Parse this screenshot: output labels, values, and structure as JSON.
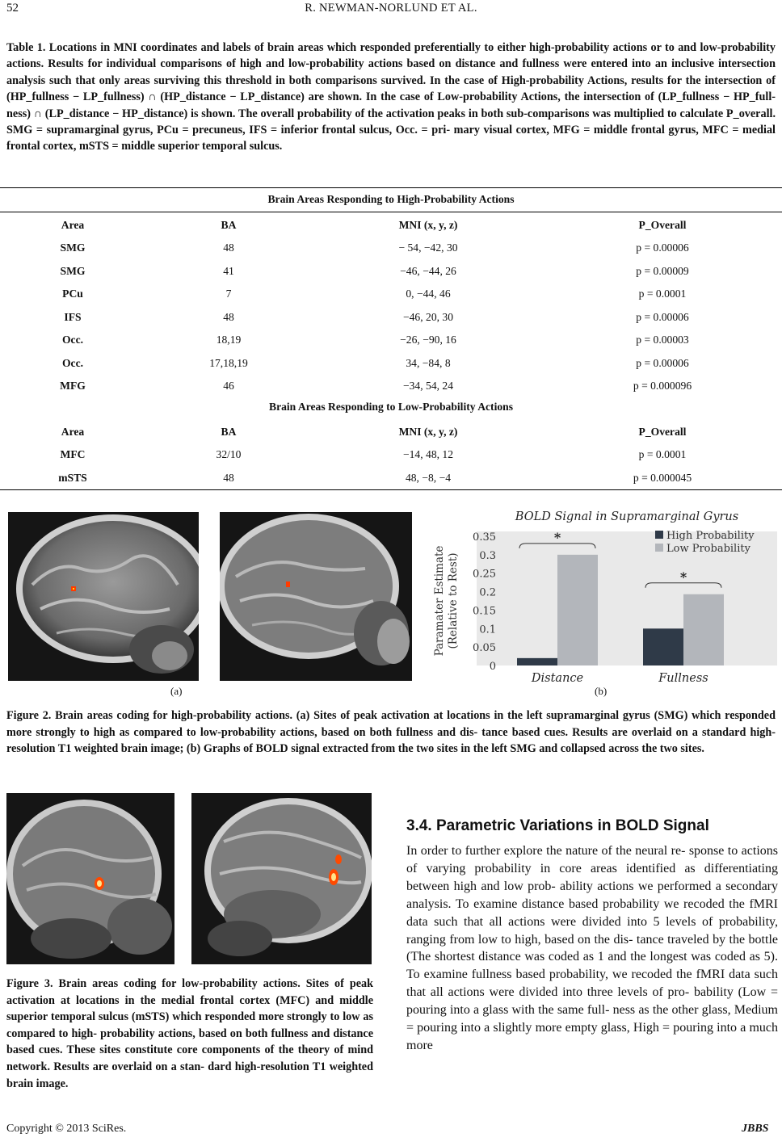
{
  "header": {
    "page_number": "52",
    "running_head": "R. NEWMAN-NORLUND    ET    AL."
  },
  "table1": {
    "caption": "Table 1. Locations in MNI coordinates and labels of brain areas which responded preferentially to either high-probability actions or to and low-probability actions. Results for individual comparisons of high and low-probability actions based on distance and fullness were entered into an inclusive intersection analysis such that only areas surviving this threshold in both comparisons survived. In the case of High-probability Actions, results for the intersection of (HP_fullness − LP_fullness) ∩ (HP_distance − LP_distance) are shown. In the case of Low-probability Actions, the intersection of (LP_fullness − HP_full- ness) ∩ (LP_distance − HP_distance) is shown. The overall probability of the activation peaks in both sub-comparisons was multiplied to calculate P_overall. SMG = supramarginal gyrus, PCu = precuneus, IFS = inferior frontal sulcus, Occ. = pri- mary visual cortex, MFG = middle frontal gyrus, MFC = medial frontal cortex, mSTS = middle superior temporal sulcus.",
    "columns": [
      "Area",
      "BA",
      "MNI (x, y, z)",
      "P_Overall"
    ],
    "high_title": "Brain Areas Responding to High-Probability Actions",
    "high_rows": [
      [
        "SMG",
        "48",
        "− 54, −42, 30",
        "p = 0.00006"
      ],
      [
        "SMG",
        "41",
        "−46, −44, 26",
        "p = 0.00009"
      ],
      [
        "PCu",
        "7",
        "0, −44, 46",
        "p = 0.0001"
      ],
      [
        "IFS",
        "48",
        "−46, 20, 30",
        "p = 0.00006"
      ],
      [
        "Occ.",
        "18,19",
        "−26, −90, 16",
        "p = 0.00003"
      ],
      [
        "Occ.",
        "17,18,19",
        "34, −84, 8",
        "p = 0.00006"
      ],
      [
        "MFG",
        "46",
        "−34, 54, 24",
        "p = 0.000096"
      ]
    ],
    "low_title": "Brain Areas Responding to Low-Probability Actions",
    "low_rows": [
      [
        "MFC",
        "32/10",
        "−14, 48, 12",
        "p = 0.0001"
      ],
      [
        "mSTS",
        "48",
        "48, −8, −4",
        "p = 0.000045"
      ]
    ]
  },
  "figure2": {
    "label_a": "(a)",
    "label_b": "(b)",
    "caption": "Figure 2. Brain areas coding for high-probability actions. (a) Sites of peak activation at locations in the left supramarginal gyrus (SMG) which responded more strongly to high as compared to low-probability actions, based on both fullness and dis- tance based cues. Results are overlaid on a standard high-resolution T1 weighted brain image; (b) Graphs of BOLD signal extracted from the two sites in the left SMG and collapsed across the two sites."
  },
  "chart_data": {
    "type": "bar",
    "title": "BOLD Signal in Supramarginal Gyrus",
    "ylabel": "Paramater Estimate (Relative to Rest)",
    "ylabel_lines": [
      "Paramater Estimate",
      "(Relative to Rest)"
    ],
    "xlabel": "",
    "categories": [
      "Distance",
      "Fullness"
    ],
    "series": [
      {
        "name": "High Probability",
        "values": [
          0.02,
          0.1
        ],
        "color": "#2f3a48"
      },
      {
        "name": "Low Probability",
        "values": [
          0.3,
          0.193
        ],
        "color": "#b3b6bb"
      }
    ],
    "ylim": [
      0,
      0.35
    ],
    "yticks": [
      "0",
      "0.05",
      "0.1",
      "0.15",
      "0.2",
      "0.25",
      "0.3",
      "0.35"
    ],
    "significance_markers": [
      "*",
      "*"
    ],
    "grid": true,
    "legend_position": "top-right",
    "plot_background": "#e9e9e9"
  },
  "figure3": {
    "caption": "Figure 3. Brain areas coding for low-probability actions. Sites of peak activation at locations in the medial frontal cortex (MFC) and middle superior temporal sulcus (mSTS) which responded more strongly to low as compared to high- probability actions, based on both fullness and distance based cues. These sites constitute core components of the theory of mind network. Results are overlaid on a stan- dard high-resolution T1 weighted brain image."
  },
  "section": {
    "heading": "3.4. Parametric Variations in BOLD Signal",
    "body": "In order to further explore the nature of the neural re- sponse to actions of varying probability in core areas identified as differentiating between high and low prob- ability actions we performed a secondary analysis. To examine distance based probability we recoded the fMRI data such that all actions were divided into 5 levels of probability, ranging from low to high, based on the dis- tance traveled by the bottle (The shortest distance was coded as 1 and the longest was coded as 5). To examine fullness based probability, we recoded the fMRI data such that all actions were divided into three levels of pro- bability (Low = pouring into a glass with the same full- ness as the other glass, Medium = pouring into a slightly more empty glass, High = pouring into a much more"
  },
  "footer": {
    "copyright": "Copyright © 2013 SciRes.",
    "journal": "JBBS"
  }
}
